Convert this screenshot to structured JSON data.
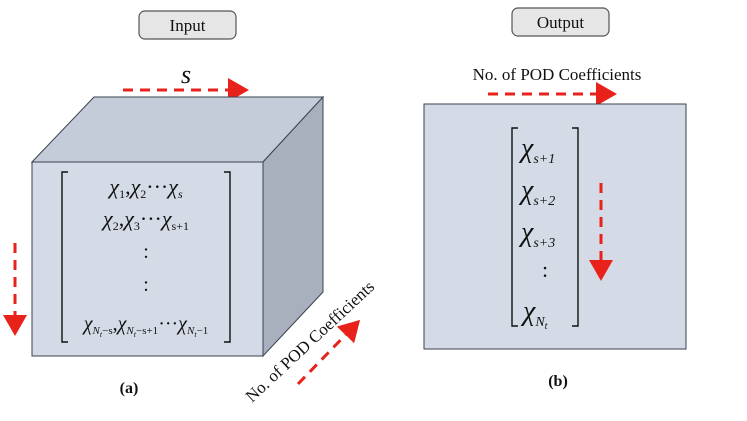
{
  "labels": {
    "input": "Input",
    "output": "Output",
    "s_dim": "s",
    "pod_coefficients_top": "No. of POD Coefficients",
    "pod_coefficients_diag": "No. of POD Coefficients",
    "panel_a": "(a)",
    "panel_b": "(b)"
  },
  "input_matrix": {
    "row1": {
      "a": "χ",
      "a_sub": "1",
      "b": "χ",
      "b_sub": "2",
      "dots": "···",
      "c": "χ",
      "c_sub": "s"
    },
    "row2": {
      "a": "χ",
      "a_sub": "2",
      "b": "χ",
      "b_sub": "3",
      "dots": "···",
      "c": "χ",
      "c_sub": "s+1"
    },
    "row3": ":",
    "row4": ":",
    "row5": {
      "a": "χ",
      "a_sub": "N",
      "a_subsub": "t",
      "a_tail": "−s",
      "b": "χ",
      "b_sub": "N",
      "b_subsub": "t",
      "b_tail": "−s+1",
      "dots": "···",
      "c": "χ",
      "c_sub": "N",
      "c_subsub": "t",
      "c_tail": "−1"
    }
  },
  "output_vector": {
    "e1": {
      "sym": "χ",
      "sub": "s+1"
    },
    "e2": {
      "sym": "χ",
      "sub": "s+2"
    },
    "e3": {
      "sym": "χ",
      "sub": "s+3"
    },
    "e4": ":",
    "e5": {
      "sym": "χ",
      "sub": "N",
      "subsub": "t"
    }
  },
  "colors": {
    "box_front": "#d5dbe6",
    "box_top": "#c5ccd9",
    "box_side": "#a9b0bd",
    "arrow": "#e8221b",
    "button_fill": "#e6e6e6",
    "stroke": "#3c4150"
  }
}
